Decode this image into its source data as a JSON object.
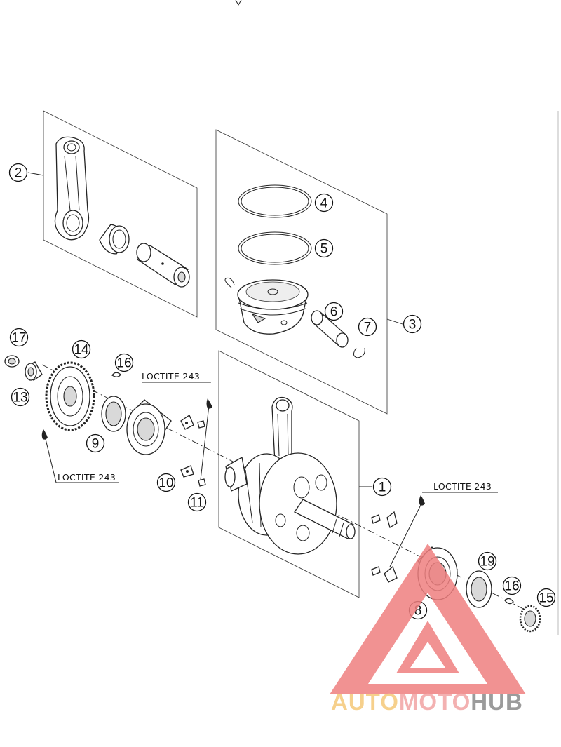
{
  "callouts": [
    {
      "id": "c1",
      "number": "1"
    },
    {
      "id": "c2",
      "number": "2"
    },
    {
      "id": "c3",
      "number": "3"
    },
    {
      "id": "c4",
      "number": "4"
    },
    {
      "id": "c5",
      "number": "5"
    },
    {
      "id": "c6",
      "number": "6"
    },
    {
      "id": "c7",
      "number": "7"
    },
    {
      "id": "c8",
      "number": "8"
    },
    {
      "id": "c9",
      "number": "9"
    },
    {
      "id": "c10",
      "number": "10"
    },
    {
      "id": "c11",
      "number": "11"
    },
    {
      "id": "c13",
      "number": "13"
    },
    {
      "id": "c14",
      "number": "14"
    },
    {
      "id": "c15",
      "number": "15"
    },
    {
      "id": "c16a",
      "number": "16"
    },
    {
      "id": "c16b",
      "number": "16"
    },
    {
      "id": "c17",
      "number": "17"
    },
    {
      "id": "c19",
      "number": "19"
    }
  ],
  "loctite_labels": [
    "LOCTITE 243",
    "LOCTITE 243",
    "LOCTITE 243"
  ],
  "watermark": {
    "part1": "AUTO",
    "part2": "MOTO",
    "part3": "HUB",
    "color1": "#f5c878",
    "color2": "#f2a4a4",
    "color3": "#8a8a8a",
    "triangle_color": "#ef7f7f"
  }
}
